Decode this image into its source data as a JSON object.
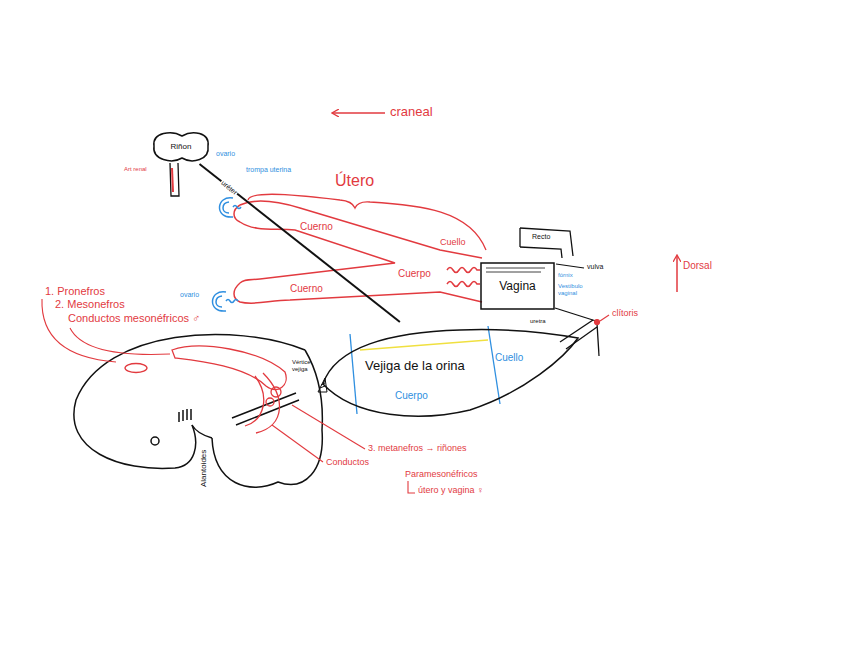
{
  "diagram": {
    "nodes": [
      {
        "text": [
          "Riñon"
        ]
      },
      {
        "text": [
          "Vagina"
        ]
      },
      {
        "text": [
          "Vejiga de la orina"
        ]
      }
    ],
    "edges": [
      {
        "from": 0,
        "to": 2,
        "arrow": "none",
        "label": "uréter"
      }
    ],
    "labels": [
      "craneal",
      "Dorsal",
      "Art renal",
      "ovario",
      "trompa uterina",
      "ovario",
      "Útero",
      "Cuerno",
      "Cuerpo",
      "Cuerno",
      "Cuello",
      "Recto",
      "vulva",
      "fórnix",
      "Vestíbulo vaginal",
      "clítoris",
      "uretra",
      "Vértice vejiga",
      "Cuerpo",
      "Cuello",
      "1. Pronefros",
      "2. Mesonefros",
      "Conductos mesonéfricos ♂",
      "Alantoides",
      "3. metanefros → riñones",
      "Conductos",
      "Paramesonéfricos",
      "útero y vagina ♀"
    ]
  }
}
